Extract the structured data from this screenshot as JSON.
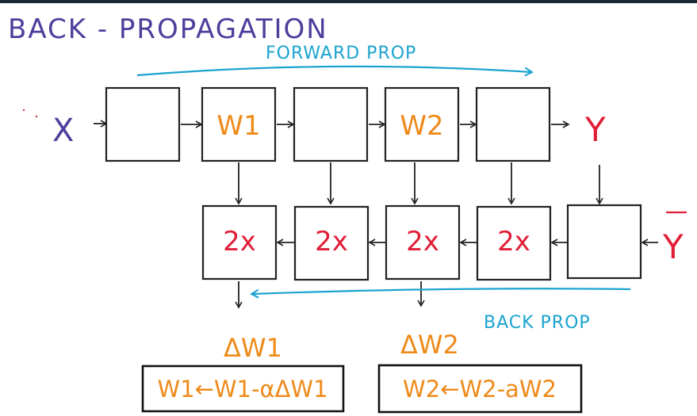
{
  "title": "BACK - PROPAGATION",
  "forward_label": "FORWARD PROP",
  "back_label": "BACK PROP",
  "input_label": "X",
  "output_label": "Y",
  "target_label": "Y",
  "forward_boxes": [
    "",
    "W1",
    "",
    "W2",
    ""
  ],
  "backward_boxes": [
    "2x",
    "2x",
    "2x",
    "2x",
    ""
  ],
  "delta_labels": [
    "ΔW1",
    "ΔW2"
  ],
  "update_rules": [
    "W1←W1-αΔW1",
    "W2←W2-aW2"
  ],
  "colors": {
    "title": "#4b3f9c",
    "forward_arrow": "#1ba3cf",
    "back_arrow": "#1ba3cf",
    "box_stroke": "#222222",
    "weight": "#ee8a1a",
    "gradient_text": "#e01e37",
    "delta": "#ee8a1a",
    "update_arrow": "#3a9c28",
    "x_label": "#4b3f9c",
    "y_label": "#e01e37"
  }
}
